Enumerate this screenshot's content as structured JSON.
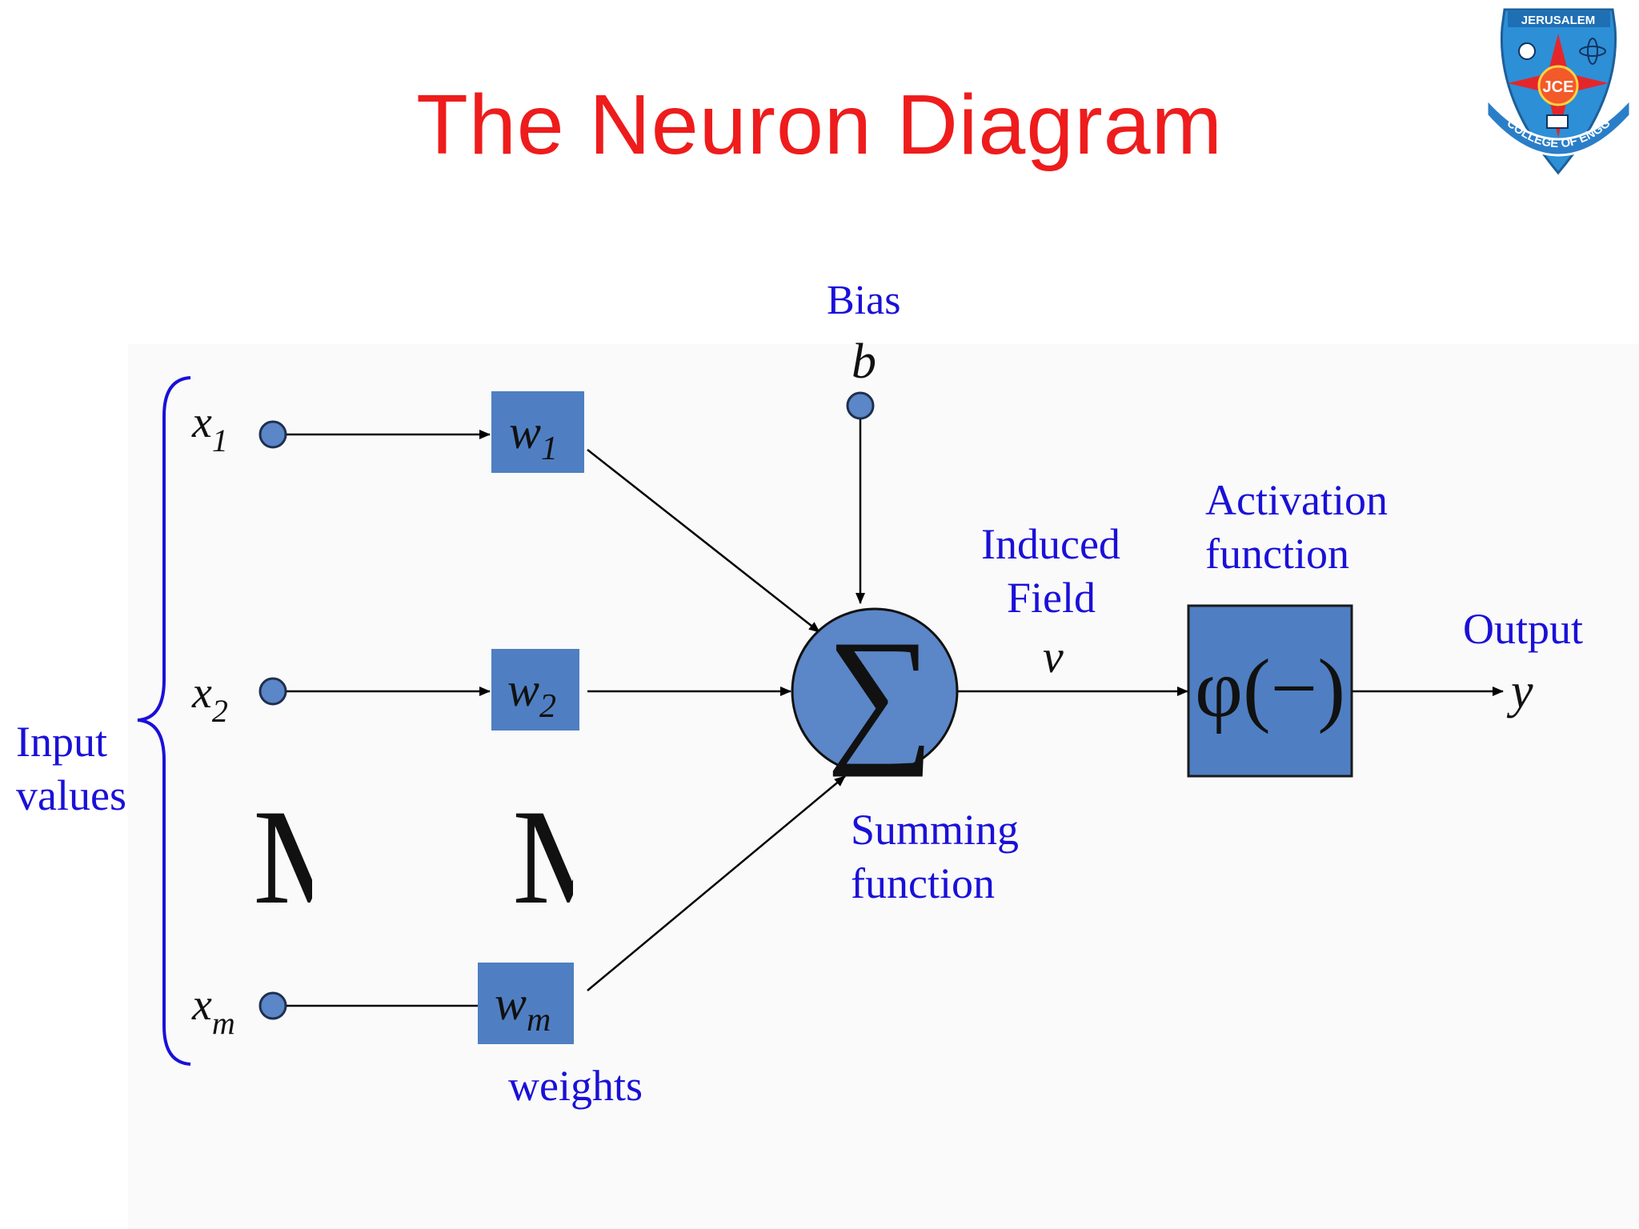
{
  "slide": {
    "title": "The Neuron Diagram"
  },
  "logo": {
    "top_text": "JERUSALEM",
    "center_text": "JCE",
    "ribbon_text": "COLLEGE OF ENGG",
    "colors": {
      "shield": "#2d8fd6",
      "star": "#e4262b",
      "ribbon": "#2a7ec8"
    }
  },
  "diagram": {
    "inputs": [
      {
        "var": "x",
        "sub": "1"
      },
      {
        "var": "x",
        "sub": "2"
      },
      {
        "var": "x",
        "sub": "m"
      }
    ],
    "weights": [
      {
        "var": "w",
        "sub": "1"
      },
      {
        "var": "w",
        "sub": "2"
      },
      {
        "var": "w",
        "sub": "m"
      }
    ],
    "ellipsis_glyph": "M",
    "input_label": [
      "Input",
      "values"
    ],
    "weights_label": "weights",
    "bias_label": "Bias",
    "bias_symbol": "b",
    "sum_symbol": "∑",
    "summing_label": [
      "Summing",
      "function"
    ],
    "induced_label": [
      "Induced",
      "Field"
    ],
    "induced_symbol": "v",
    "activation_label": [
      "Activation",
      "function"
    ],
    "activation_symbol": "φ(−)",
    "output_label": "Output",
    "output_symbol": "y",
    "colors": {
      "title": "#ee1c1c",
      "label": "#1a10d8",
      "box": "#4f7fc2",
      "node": "#5b86c7"
    }
  }
}
